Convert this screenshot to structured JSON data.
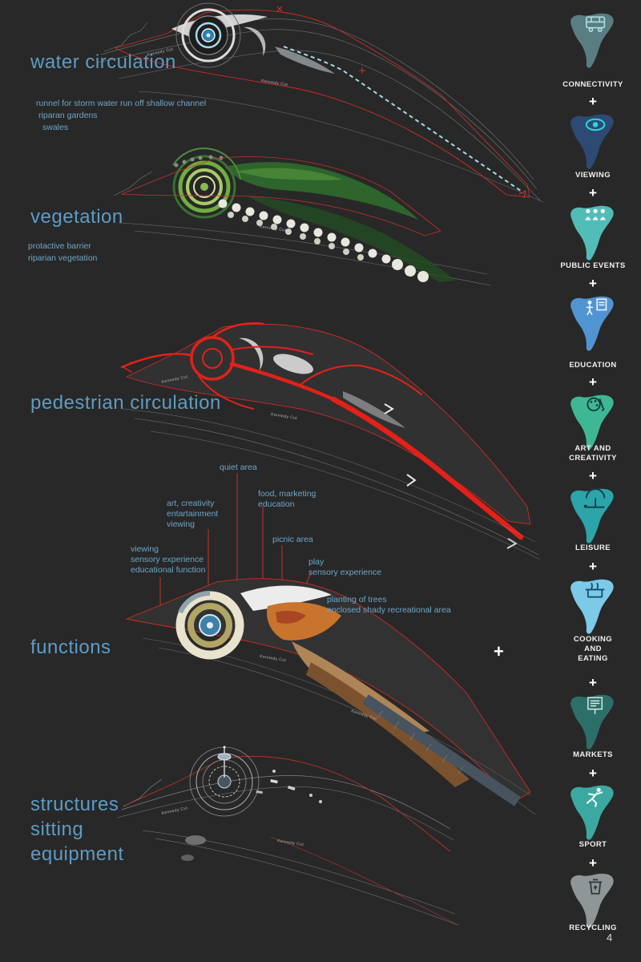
{
  "page": {
    "number": "4"
  },
  "colors": {
    "background": "#282828",
    "title_text": "#5d9cc6",
    "annotation_text": "#6ea6c8",
    "red_accent": "#e32119",
    "water_blue": "#a6d8ea",
    "vegetation_green": "#6fae3f",
    "orange_zone": "#c8742e",
    "brown_zone": "#7a5230"
  },
  "map_label": "Kennedy Cut",
  "main_plus": "+",
  "sections": {
    "water": {
      "title": "water circulation",
      "annotations": [
        "runnel for storm water run off shallow channel",
        "riparan gardens",
        "swales"
      ]
    },
    "vegetation": {
      "title": "vegetation",
      "annotations": [
        "protactive barrier",
        "riparian vegetation"
      ]
    },
    "pedestrian": {
      "title": "pedestrian circulation"
    },
    "functions": {
      "title": "functions",
      "labels": {
        "quiet": [
          "quiet area"
        ],
        "art": [
          "art, creativity",
          "entartainment",
          "viewing"
        ],
        "food": [
          "food, marketing",
          "education"
        ],
        "picnic": [
          "picnic area"
        ],
        "viewing": [
          "viewing",
          "sensory experience",
          "educational function"
        ],
        "play": [
          "play",
          "sensory experience"
        ],
        "planting": [
          "planting of trees",
          "enclosed shady recreational area"
        ]
      }
    },
    "structures": {
      "title_lines": [
        "structures",
        "sitting",
        "equipment"
      ]
    }
  },
  "sidebar": {
    "plus": "+",
    "items": [
      {
        "name": "connectivity",
        "label_lines": [
          "CONNECTIVITY"
        ],
        "color": "#5a7d82",
        "icon": "bus-icon"
      },
      {
        "name": "viewing",
        "label_lines": [
          "VIEWING"
        ],
        "color": "#2d4a74",
        "icon": "eye-icon"
      },
      {
        "name": "public-events",
        "label_lines": [
          "PUBLIC EVENTS"
        ],
        "color": "#52bcb6",
        "icon": "people-icon"
      },
      {
        "name": "education",
        "label_lines": [
          "EDUCATION"
        ],
        "color": "#5095d2",
        "icon": "education-icon"
      },
      {
        "name": "art-and-creativity",
        "label_lines": [
          "ART AND",
          "CREATIVITY"
        ],
        "color": "#3fb795",
        "icon": "palette-icon"
      },
      {
        "name": "leisure",
        "label_lines": [
          "LEISURE"
        ],
        "color": "#2ba4aa",
        "icon": "umbrella-icon"
      },
      {
        "name": "cooking-and-eating",
        "label_lines": [
          "COOKING",
          "AND",
          "EATING"
        ],
        "color": "#7cc9e8",
        "icon": "cooking-icon"
      },
      {
        "name": "markets",
        "label_lines": [
          "MARKETS"
        ],
        "color": "#2c6f68",
        "icon": "market-icon"
      },
      {
        "name": "sport",
        "label_lines": [
          "SPORT"
        ],
        "color": "#3ba8a2",
        "icon": "runner-icon"
      },
      {
        "name": "recycling",
        "label_lines": [
          "RECYCLING"
        ],
        "color": "#8f9697",
        "icon": "recycle-icon"
      }
    ]
  }
}
